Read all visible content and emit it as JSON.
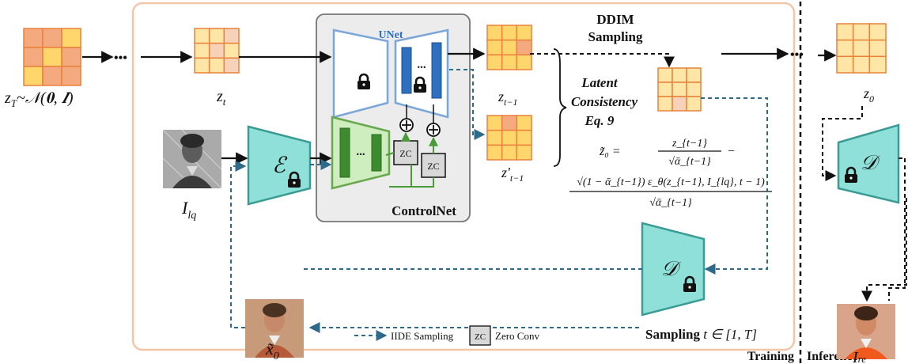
{
  "labels": {
    "unet": "UNet",
    "controlnet": "ControlNet",
    "ddim_line1": "DDIM",
    "ddim_line2": "Sampling",
    "latent_line1": "Latent",
    "latent_line2": "Consistency",
    "latent_line3": "Eq. 9",
    "training": "Training",
    "inference": "Inference",
    "sampling_label": "Sampling ",
    "sampling_math": "t ∈ [1, T]",
    "legend_iide": "IIDE Sampling",
    "legend_zc": "Zero Conv",
    "zc": "ZC",
    "dots": "•••",
    "ellipsis": "..."
  },
  "math": {
    "zT": "z",
    "zT_sub": "T",
    "zT_rest": "~𝒩(𝟎, 𝑰)",
    "zt": "z",
    "zt_sub": "t",
    "zt1": "z",
    "zt1_sub": "t−1",
    "zpt1": "z'",
    "zpt1_sub": "t−1",
    "z0": "z",
    "z0_sub": "0",
    "ilq": "I",
    "ilq_sub": "lq",
    "ire": "I",
    "ire_sub": "re",
    "x0": "x̃",
    "x0_sub": "0",
    "encoder": "ℰ",
    "decoder": "𝒟",
    "eq_lhs": "z̃₀ =",
    "eq_frac1_num": "z_{t−1}",
    "eq_frac1_den": "√ᾱ_{t−1}",
    "eq_minus": "−",
    "eq_frac2_num": "√(1 − ᾱ_{t−1}) ε_θ(z_{t−1}, I_{lq}, t − 1)",
    "eq_frac2_den": "√ᾱ_{t−1}"
  },
  "colors": {
    "frame": "#f4c6a8",
    "gridFill": "#ffd66b",
    "gridAlt": "#f5a97f",
    "gridStroke": "#e8823c",
    "unetStroke": "#7aa6d8",
    "unetBlock": "#2f6fbf",
    "controlFill": "#cfeec0",
    "controlStroke": "#6aa84f",
    "controlBlock": "#3d8b2f",
    "encoderFill": "#8fe0d8",
    "encoderStroke": "#3a9c95",
    "dashBlue": "#2e6b8a",
    "greenLine": "#4a9b3a",
    "panelFill": "#ececec"
  }
}
